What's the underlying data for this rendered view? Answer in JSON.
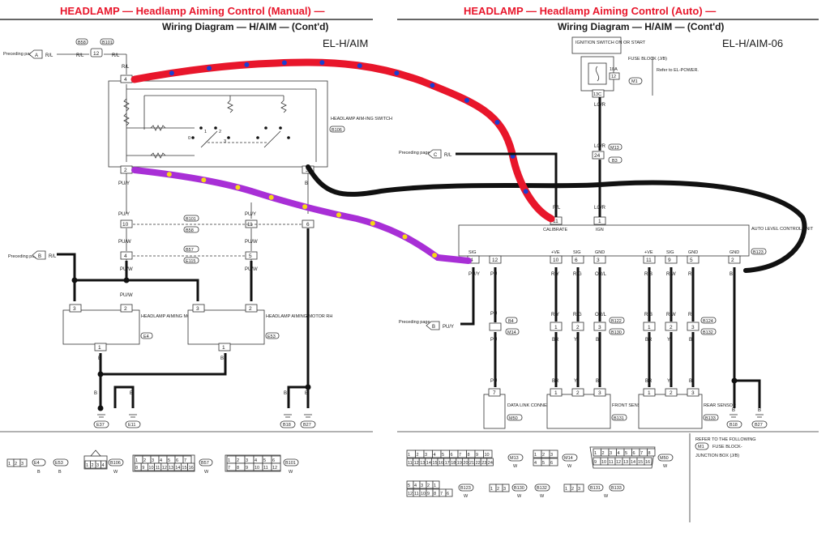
{
  "left": {
    "title": "HEADLAMP — Headlamp Aiming Control (Manual) —",
    "subtitle": "Wiring Diagram — H/AIM — (Cont'd)",
    "code": "EL-H/AIM",
    "preceding_page": "Preceding page",
    "conn_a": {
      "letter": "A",
      "wire": "R/L"
    },
    "top_conn": {
      "refs": [
        "B58",
        "B101"
      ],
      "wire_left": "R/L",
      "pin": "12",
      "wire_right": "R/L"
    },
    "switch": {
      "name": "HEADLAMP AIM-ING SWITCH",
      "ref": "B106",
      "pins": [
        "4",
        "2",
        "3"
      ],
      "positions": [
        "0",
        "1",
        "2",
        "3"
      ]
    },
    "wire_labels": {
      "rl": "R/L",
      "puy": "PU/Y",
      "puw": "PU/W",
      "b": "B"
    },
    "joint1": {
      "refs": [
        "B101",
        "B58"
      ],
      "pins": [
        "10",
        "11"
      ]
    },
    "joint2": {
      "refs": [
        "B57",
        "E115"
      ],
      "pins": [
        "4",
        "5"
      ]
    },
    "pin6": "6",
    "conn_b": {
      "letter": "B",
      "wire": "R/L"
    },
    "motor_lh": {
      "name": "HEADLAMP AIMING MOTOR LH",
      "ref": "E4",
      "pins": [
        "3",
        "2",
        "1"
      ]
    },
    "motor_rh": {
      "name": "HEADLAMP AIMING MOTOR RH",
      "ref": "E53",
      "pins": [
        "3",
        "2",
        "1"
      ]
    },
    "grounds": [
      "E37",
      "E11",
      "B18",
      "B27"
    ]
  },
  "right": {
    "title": "HEADLAMP — Headlamp Aiming Control (Auto) —",
    "subtitle": "Wiring Diagram — H/AIM — (Cont'd)",
    "code": "EL-H/AIM-06",
    "ign_switch": "IGNITION SWITCH ON OR START",
    "fuse": {
      "amp": "10A",
      "num": "12",
      "block": "FUSE BLOCK (J/B)",
      "ref": "M1",
      "pin": "13C"
    },
    "refer": "Refer to EL-POWER.",
    "wire_lgr": "LG/R",
    "m13_b3": {
      "refs": [
        "M13",
        "B3"
      ],
      "pin": "24"
    },
    "conn_c": {
      "letter": "C",
      "wire": "R/L"
    },
    "preceding_page": "Preceding page",
    "unit": {
      "name": "AUTO LEVEL CONTROL UNIT",
      "ref": "B123",
      "calibrate": "CALIBRATE",
      "ign": "IGN",
      "cal_pin": "11",
      "ign_pin": "1",
      "pins": [
        {
          "label": "SIG",
          "pin": "4",
          "wire": "PU/Y"
        },
        {
          "label": "",
          "pin": "12",
          "wire": "PU"
        },
        {
          "label": "+VE",
          "pin": "10",
          "wire": "R/Y"
        },
        {
          "label": "SIG",
          "pin": "6",
          "wire": "R/G"
        },
        {
          "label": "GND",
          "pin": "3",
          "wire": "OR/L"
        },
        {
          "label": "+VE",
          "pin": "11",
          "wire": "R/B"
        },
        {
          "label": "SIG",
          "pin": "9",
          "wire": "R/W"
        },
        {
          "label": "GND",
          "pin": "5",
          "wire": "R"
        },
        {
          "label": "GND",
          "pin": "2",
          "wire": "B"
        }
      ]
    },
    "conn_b": {
      "letter": "B",
      "wire": "PU/Y"
    },
    "b4_m14": {
      "refs": [
        "B4",
        "M14"
      ],
      "wire_top": "PU",
      "wire_bottom": "PU"
    },
    "front_joint": {
      "refs": [
        "B122",
        "B130"
      ],
      "pins": [
        "1",
        "2",
        "3"
      ],
      "wires_top": [
        "R/Y",
        "R/G",
        "OR/L"
      ],
      "wires_bottom": [
        "BR",
        "Y",
        "B"
      ]
    },
    "rear_joint": {
      "refs": [
        "B124",
        "B132"
      ],
      "pins": [
        "1",
        "2",
        "3"
      ],
      "wires_top": [
        "R/B",
        "R/W",
        "R"
      ],
      "wires_bottom": [
        "BR",
        "Y",
        "B"
      ]
    },
    "dlc": {
      "name": "DATA LINK CONNECTOR",
      "ref": "M50",
      "pin": "7"
    },
    "front_sensor": {
      "name": "FRONT SENSOR",
      "ref": "B131",
      "pins": [
        "1",
        "2",
        "3"
      ]
    },
    "rear_sensor": {
      "name": "REAR SENSOR",
      "ref": "B133",
      "pins": [
        "1",
        "2",
        "3"
      ]
    },
    "grounds": [
      "B18",
      "B27"
    ],
    "note": {
      "text": "REFER TO THE FOLLOWING",
      "ref": "M1",
      "item": "FUSE BLOCK-",
      "item2": "JUNCTION BOX (J/B)"
    }
  },
  "legend_left": {
    "c1": {
      "pins": [
        "1",
        "2",
        "3"
      ],
      "refs": [
        "E4",
        "E53"
      ],
      "colors": [
        "B",
        "B"
      ]
    },
    "c2": {
      "pins": [
        "1",
        "2",
        "3",
        "4"
      ],
      "ref": "B106",
      "color": "W"
    },
    "c3": {
      "pins": [
        "1",
        "2",
        "3",
        "4",
        "5",
        "6",
        "7",
        "8",
        "9",
        "10",
        "11",
        "12",
        "13",
        "14",
        "15",
        "16"
      ],
      "ref": "B57",
      "color": "W"
    },
    "c4": {
      "pins": [
        "1",
        "2",
        "3",
        "4",
        "5",
        "6",
        "7",
        "8",
        "9",
        "10",
        "11",
        "12"
      ],
      "ref": "B101",
      "color": "W"
    }
  },
  "legend_right": {
    "m13": {
      "ref": "M13",
      "color": "W",
      "pins_row1": [
        "1",
        "2",
        "3",
        "4",
        "5",
        "6",
        "7",
        "8",
        "9",
        "10"
      ],
      "pins_row2": [
        "11",
        "12",
        "13",
        "14",
        "15",
        "16",
        "17",
        "18",
        "19",
        "20",
        "21",
        "22",
        "23",
        "24"
      ]
    },
    "m14": {
      "ref": "M14",
      "color": "W",
      "pins": [
        "1",
        "2",
        "3",
        "4",
        "5",
        "6"
      ]
    },
    "m50": {
      "ref": "M50",
      "color": "W",
      "pins_row1": [
        "1",
        "2",
        "3",
        "4",
        "5",
        "6",
        "7",
        "8"
      ],
      "pins_row2": [
        "9",
        "10",
        "11",
        "12",
        "13",
        "14",
        "15",
        "16"
      ]
    },
    "b123": {
      "ref": "B123",
      "color": "W",
      "pins_row1": [
        "5",
        "4",
        "3",
        "2",
        "1"
      ],
      "pins_row2": [
        "12",
        "11",
        "10",
        "9",
        "8",
        "7",
        "6"
      ]
    },
    "b130": {
      "refs": [
        "B130",
        "B132"
      ],
      "colors": [
        "W",
        "W"
      ],
      "pins": [
        "1",
        "2",
        "3"
      ]
    },
    "b131": {
      "refs": [
        "B131",
        "B133"
      ],
      "color": "W",
      "pins": [
        "1",
        "2",
        "3"
      ]
    }
  },
  "annotations": {
    "red_path": "#e8162b",
    "red_dots": "#1a3fd1",
    "purple_path": "#a82fd6",
    "purple_dots": "#f5d915",
    "black_path": "#111111"
  }
}
